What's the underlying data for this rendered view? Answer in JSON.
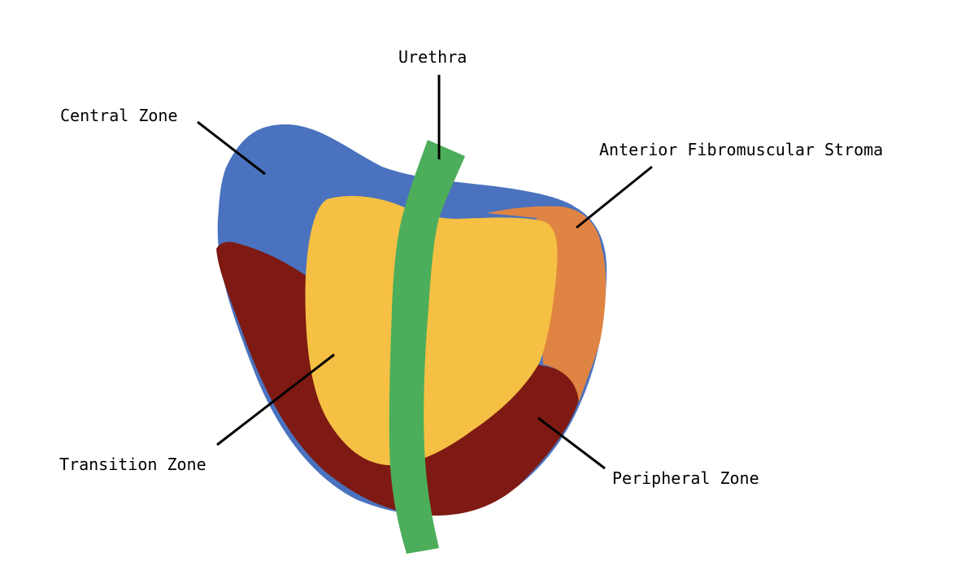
{
  "diagram": {
    "labels": {
      "urethra": "Urethra",
      "central_zone": "Central Zone",
      "afms": "Anterior Fibromuscular Stroma",
      "transition_zone": "Transition Zone",
      "peripheral_zone": "Peripheral Zone"
    },
    "colors": {
      "central_zone": "#4A72BE",
      "peripheral_zone": "#7E1A13",
      "transition_zone": "#F5C043",
      "afms": "#E08443",
      "urethra": "#4CAE5A"
    }
  }
}
